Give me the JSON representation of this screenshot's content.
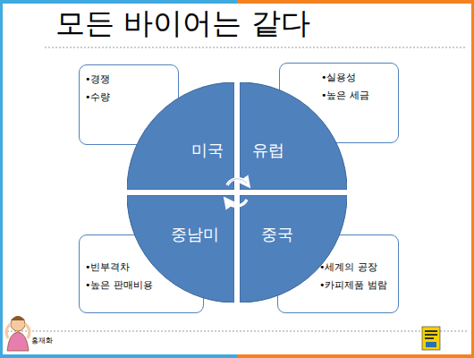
{
  "diagram": {
    "title": "모든 바이어는 같다",
    "nodes": [
      {
        "text": [
          "•경쟁",
          "•수량"
        ]
      },
      {
        "text": [
          "•실용성",
          "•높은 세금"
        ]
      },
      {
        "text": [
          "미국"
        ]
      },
      {
        "text": [
          "유럽"
        ]
      },
      {
        "text": [
          "중남미"
        ]
      },
      {
        "text": [
          "중국"
        ]
      },
      {
        "text": [
          "•빈부격차",
          "•높은 판매비용"
        ]
      },
      {
        "text": [
          "•세계의 공장",
          "•카피제품 범람"
        ]
      }
    ],
    "labels": [
      "홍재화"
    ]
  }
}
